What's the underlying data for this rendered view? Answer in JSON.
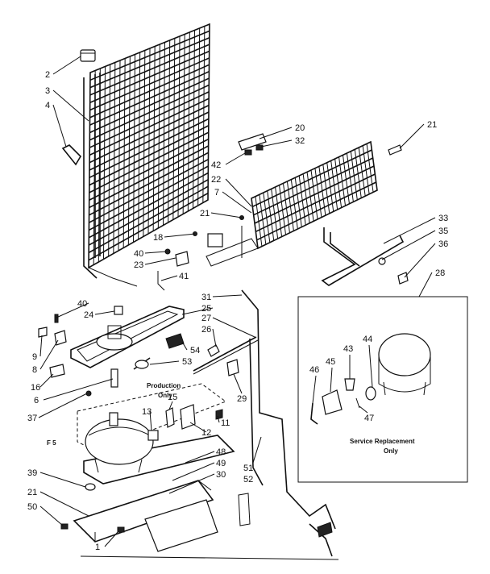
{
  "callouts": {
    "c2": "2",
    "c3": "3",
    "c4": "4",
    "c20": "20",
    "c32": "32",
    "c42": "42",
    "c21a": "21",
    "c22": "22",
    "c7": "7",
    "c21b": "21",
    "c18": "18",
    "c40a": "40",
    "c23": "23",
    "c41": "41",
    "c33": "33",
    "c35": "35",
    "c36": "36",
    "c28": "28",
    "c31": "31",
    "c25": "25",
    "c27": "27",
    "c26": "26",
    "c40b": "40",
    "c24": "24",
    "c9": "9",
    "c8": "8",
    "c54": "54",
    "c53": "53",
    "c16": "16",
    "c6": "6",
    "c29": "29",
    "c37": "37",
    "c15": "15",
    "c13": "13",
    "c11": "11",
    "c12": "12",
    "c46": "46",
    "c45": "45",
    "c43": "43",
    "c44": "44",
    "c47": "47",
    "c48": "48",
    "c49": "49",
    "c30": "30",
    "c39": "39",
    "c21c": "21",
    "c50": "50",
    "c51": "51",
    "c52": "52",
    "c1": "1"
  },
  "notes": {
    "production": "Production",
    "only": "Only",
    "service_replacement": "Service Replacement",
    "service_only": "Only",
    "fs": "F 5"
  }
}
